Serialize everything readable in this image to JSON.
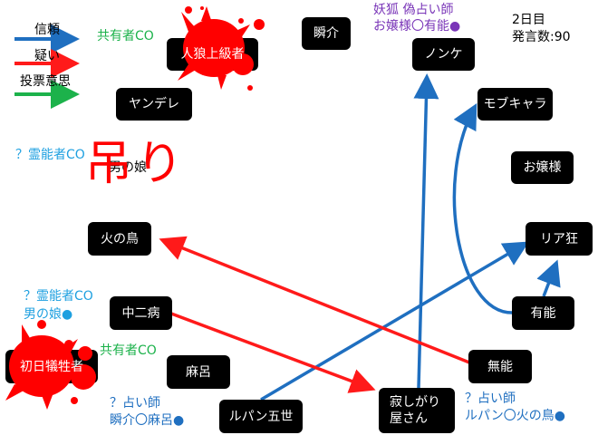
{
  "legend": {
    "items": [
      {
        "label": "信頼",
        "color": "#1f6fc0"
      },
      {
        "label": "疑い",
        "color": "#ff1a1a"
      },
      {
        "label": "投票意思",
        "color": "#1cb24b"
      }
    ]
  },
  "status": {
    "day": "2日目",
    "post_count": "発言数:90"
  },
  "hang_mark": "吊り",
  "nodes": {
    "jinro_jokyu": "人狼上級者",
    "yandere": "ヤンデレ",
    "otokonoko": "男の娘",
    "shunsuke": "瞬介",
    "nonke": "ノンケ",
    "mobukyara": "モブキャラ",
    "ojousama": "お嬢様",
    "hinotori": "火の鳥",
    "riakyo": "リア狂",
    "chuunibyou": "中二病",
    "yuunou": "有能",
    "shonichi": "初日犠牲者",
    "maro": "麻呂",
    "munou": "無能",
    "lupin": "ルパン五世",
    "sabishigari_1": "寂しがり",
    "sabishigari_2": "屋さん"
  },
  "annotations": {
    "kyouyuu_top": "共有者CO",
    "kyouyuu_bottom": "共有者CO",
    "reinou_top": "？霊能者CO",
    "reinou_mid_1": "？霊能者CO",
    "reinou_mid_2": "男の娘●",
    "youko_1": "妖狐 偽占い師",
    "youko_2": "お嬢様〇有能●",
    "uranai_left_1": "？占い師",
    "uranai_left_2": "瞬介〇麻呂●",
    "uranai_right_1": "？占い師",
    "uranai_right_2": "ルパン〇火の鳥●"
  },
  "colors": {
    "trust": "#1f6fc0",
    "doubt": "#ff1a1a",
    "vote": "#1cb24b",
    "blood": "#ff0000"
  }
}
